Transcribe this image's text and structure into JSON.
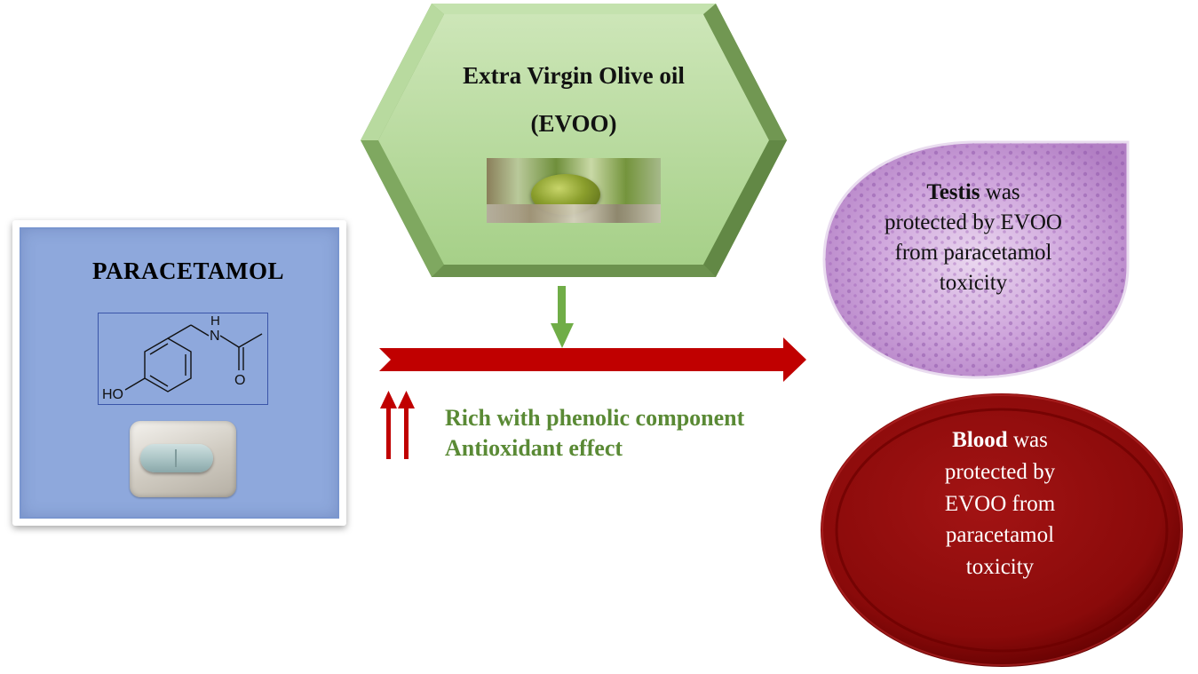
{
  "paracetamol": {
    "title": "PARACETAMOL",
    "molecule_labels": {
      "hydroxyl": "HO",
      "nitrogen": "N",
      "hydrogen": "H",
      "oxygen": "O"
    }
  },
  "evoo": {
    "title_line1": "Extra Virgin Olive oil",
    "title_line2": "(EVOO)"
  },
  "properties": {
    "line1": "Rich with phenolic component",
    "line2": "Antioxidant effect"
  },
  "testis": {
    "bold": "Testis",
    "rest1": " was",
    "line2": "protected by EVOO",
    "line3": "from paracetamol",
    "line4": "toxicity"
  },
  "blood": {
    "bold": "Blood",
    "rest1": " was",
    "line2": "protected by",
    "line3": "EVOO from",
    "line4": "paracetamol",
    "line5": "toxicity"
  },
  "colors": {
    "paracetamol_box": "#8ea8dc",
    "evoo_hexagon": "#a9d18e",
    "arrow_red": "#c00000",
    "arrow_green": "#70ad47",
    "green_text": "#5a8a35",
    "blood_red": "#8b0000",
    "testis_pink": "#c9a0d6"
  }
}
